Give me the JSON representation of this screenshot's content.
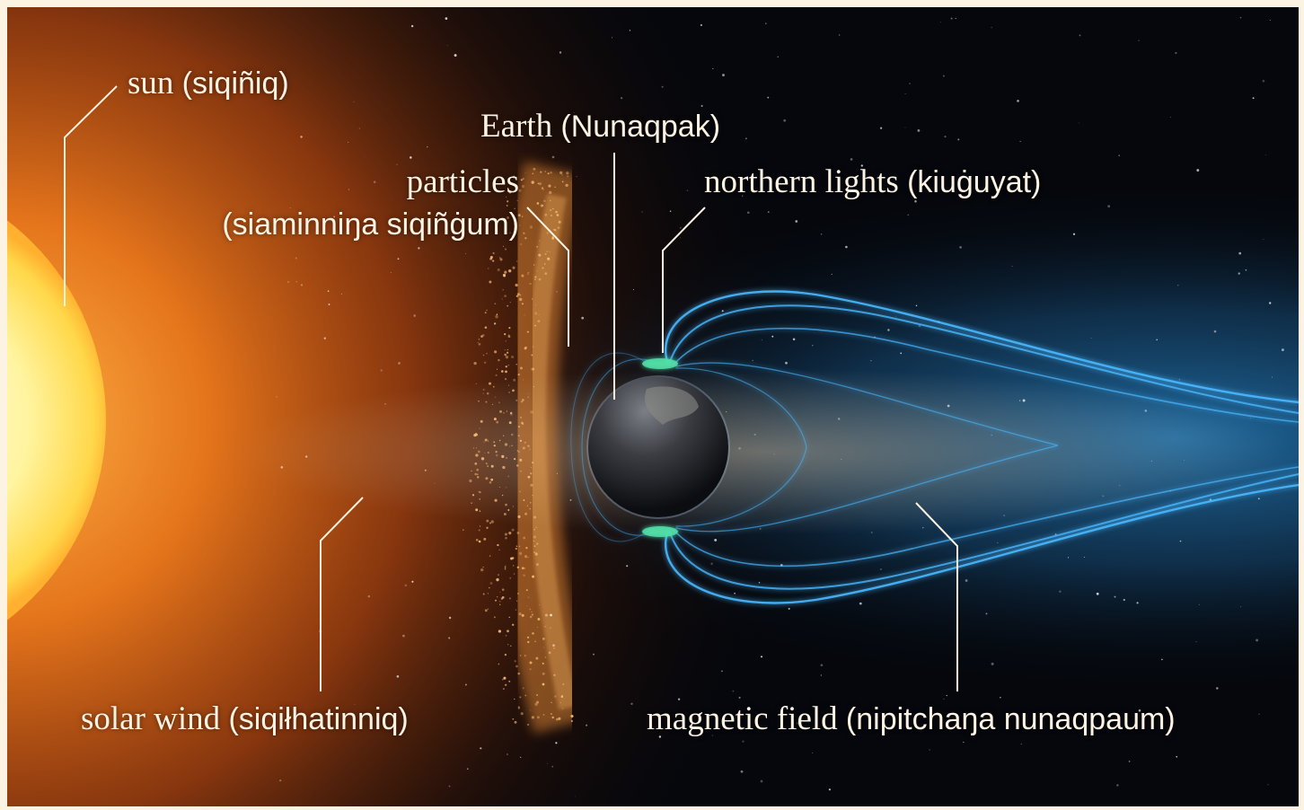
{
  "colors": {
    "frame_border": "#fdf3e3",
    "label_text": "#fdf3e3",
    "leader_line": "#fdf3e3",
    "sun_core": "#fff6b0",
    "sun_glow": "#ff8a1e",
    "magnetic_field": "#3fb8ff",
    "space": "#05070c"
  },
  "labels": {
    "sun": {
      "en": "sun ",
      "ip": "(siqiñiq)"
    },
    "earth": {
      "en": "Earth ",
      "ip": "(Nunaqpak)"
    },
    "particles": {
      "en": "particles",
      "ip": "(siaminniŋa siqiñġum)"
    },
    "northern_lights": {
      "en": "northern lights ",
      "ip": "(kiuġuyat)"
    },
    "solar_wind": {
      "en": "solar wind ",
      "ip": "(siqiłhatinniq)"
    },
    "magnetic_field": {
      "en": "magnetic field ",
      "ip": "(nipitchaŋa nunaqpaum)"
    }
  }
}
